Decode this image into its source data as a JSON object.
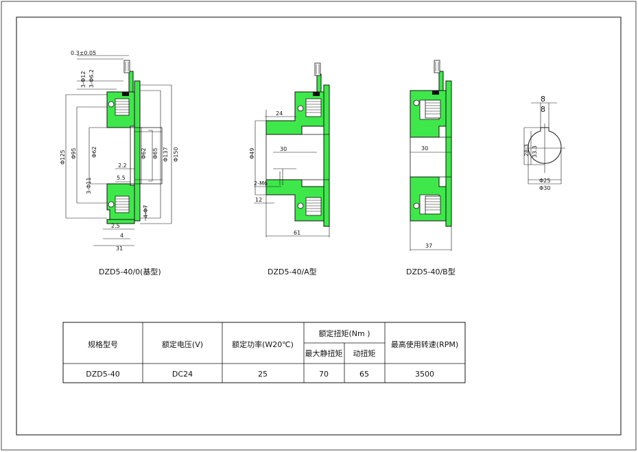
{
  "drawing": {
    "view_o": {
      "caption": "DZD5-40/0(基型)",
      "dims": {
        "gap": "0.3±0.05",
        "holes_a": "3-Φ12",
        "holes_b": "3-Φ6.2",
        "d125": "Φ125",
        "d95": "Φ95",
        "d62_left": "Φ62",
        "holes_c": "3-Φ11",
        "d62_right": "Φ62",
        "d65": "Φ65",
        "d137": "Φ137",
        "d150": "Φ150",
        "v22": "2.2",
        "v55": "5.5",
        "holes_d": "4-Φ7",
        "v25": "2.5",
        "v4": "4",
        "v31": "31"
      }
    },
    "view_a": {
      "caption": "DZD5-40/A型",
      "dims": {
        "v24": "24",
        "d49": "Φ49",
        "v30": "30",
        "m6": "2-M6",
        "v12": "12",
        "v61": "61"
      }
    },
    "view_b": {
      "caption": "DZD5-40/B型",
      "dims": {
        "v30": "30",
        "v37": "37"
      }
    },
    "keyway": {
      "dims": {
        "w8a": "8",
        "w8b": "8",
        "h283": "28.3",
        "h333": "33.3",
        "d25": "Φ25",
        "d30": "Φ30"
      }
    }
  },
  "spec_table": {
    "headers": {
      "model": "规格型号",
      "voltage": "额定电压(V)",
      "power": "额定功率(W20℃)",
      "torque_group": "额定扭矩(Nm )",
      "max_static": "最大静扭矩",
      "dynamic": "动扭矩",
      "speed": "最高使用转速(RPM)"
    },
    "row": {
      "model": "DZD5-40",
      "voltage": "DC24",
      "power": "25",
      "max_static": "70",
      "dynamic": "65",
      "speed": "3500"
    }
  },
  "colors": {
    "part_fill": "#3ee84a",
    "line": "#111111"
  }
}
